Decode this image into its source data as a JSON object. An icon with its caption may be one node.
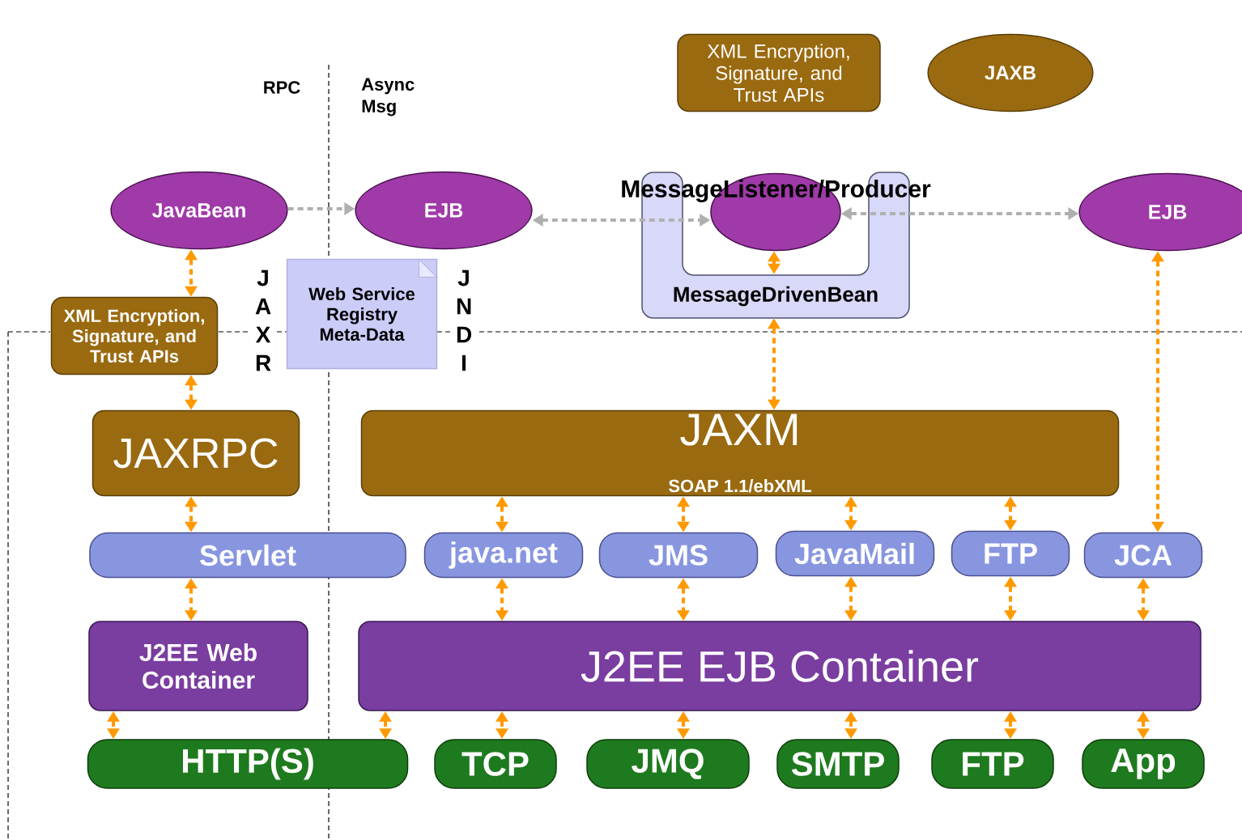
{
  "diagram": {
    "nodes": [
      {
        "text": [
          "XML Encryption, Signature, and Trust APIs"
        ]
      },
      {
        "text": [
          "JAXB"
        ]
      },
      {
        "text": [
          "JavaBean"
        ]
      },
      {
        "text": [
          "EJB"
        ]
      },
      {
        "text": [
          "MessageDrivenBean"
        ]
      },
      {
        "text": [
          "MessageListener/Producer"
        ],
        "in": 4
      },
      {
        "text": [
          "EJB"
        ]
      },
      {
        "text": [
          "XML Encryption, Signature, and Trust APIs"
        ]
      },
      {
        "text": [
          "Web Service Registry Meta-Data"
        ]
      },
      {
        "text": [
          "JAXRPC"
        ]
      },
      {
        "text": [
          "JAXM",
          "SOAP 1.1/ebXML"
        ]
      },
      {
        "text": [
          "Servlet"
        ]
      },
      {
        "text": [
          "java.net"
        ]
      },
      {
        "text": [
          "JMS"
        ]
      },
      {
        "text": [
          "JavaMail"
        ]
      },
      {
        "text": [
          "FTP"
        ]
      },
      {
        "text": [
          "JCA"
        ]
      },
      {
        "text": [
          "J2EE Web Container"
        ]
      },
      {
        "text": [
          "J2EE EJB Container"
        ]
      },
      {
        "text": [
          "HTTP(S)"
        ]
      },
      {
        "text": [
          "TCP"
        ]
      },
      {
        "text": [
          "JMQ"
        ]
      },
      {
        "text": [
          "SMTP"
        ]
      },
      {
        "text": [
          "FTP"
        ]
      },
      {
        "text": [
          "App"
        ]
      }
    ],
    "edges": [
      {
        "from": 2,
        "to": 3,
        "arrow": "to",
        "style": "dashed",
        "color": "#b0b0b0"
      },
      {
        "from": 3,
        "to": 5,
        "arrow": "both",
        "style": "dashed",
        "color": "#b0b0b0"
      },
      {
        "from": 5,
        "to": 6,
        "arrow": "both",
        "style": "dashed",
        "color": "#b0b0b0"
      },
      {
        "from": 2,
        "to": 7,
        "arrow": "both",
        "style": "dashed"
      },
      {
        "from": 7,
        "to": 9,
        "arrow": "both",
        "style": "dashed"
      },
      {
        "from": 9,
        "to": 11,
        "arrow": "both",
        "style": "dashed"
      },
      {
        "from": 11,
        "to": 17,
        "arrow": "both",
        "style": "dashed"
      },
      {
        "from": 17,
        "to": 19,
        "arrow": "both",
        "style": "dashed"
      },
      {
        "from": 5,
        "to": 4,
        "arrow": "both",
        "style": "dashed"
      },
      {
        "from": 4,
        "to": 10,
        "arrow": "both",
        "style": "dashed"
      },
      {
        "from": 6,
        "to": 16,
        "arrow": "both",
        "style": "dashed"
      },
      {
        "from": 10,
        "to": 12,
        "arrow": "both",
        "style": "dashed"
      },
      {
        "from": 10,
        "to": 13,
        "arrow": "both",
        "style": "dashed"
      },
      {
        "from": 10,
        "to": 14,
        "arrow": "both",
        "style": "dashed"
      },
      {
        "from": 10,
        "to": 15,
        "arrow": "both",
        "style": "dashed"
      },
      {
        "from": 12,
        "to": 18,
        "arrow": "both",
        "style": "dashed"
      },
      {
        "from": 13,
        "to": 18,
        "arrow": "both",
        "style": "dashed"
      },
      {
        "from": 14,
        "to": 18,
        "arrow": "both",
        "style": "dashed"
      },
      {
        "from": 15,
        "to": 18,
        "arrow": "both",
        "style": "dashed"
      },
      {
        "from": 16,
        "to": 18,
        "arrow": "both",
        "style": "dashed"
      },
      {
        "from": 18,
        "to": 19,
        "arrow": "both",
        "style": "dashed"
      },
      {
        "from": 18,
        "to": 20,
        "arrow": "both",
        "style": "dashed"
      },
      {
        "from": 18,
        "to": 21,
        "arrow": "both",
        "style": "dashed"
      },
      {
        "from": 18,
        "to": 22,
        "arrow": "both",
        "style": "dashed"
      },
      {
        "from": 18,
        "to": 23,
        "arrow": "both",
        "style": "dashed"
      },
      {
        "from": 18,
        "to": 24,
        "arrow": "both",
        "style": "dashed"
      }
    ],
    "labels": [
      "RPC",
      "Async Msg",
      "JAXR",
      "JNDI"
    ]
  }
}
